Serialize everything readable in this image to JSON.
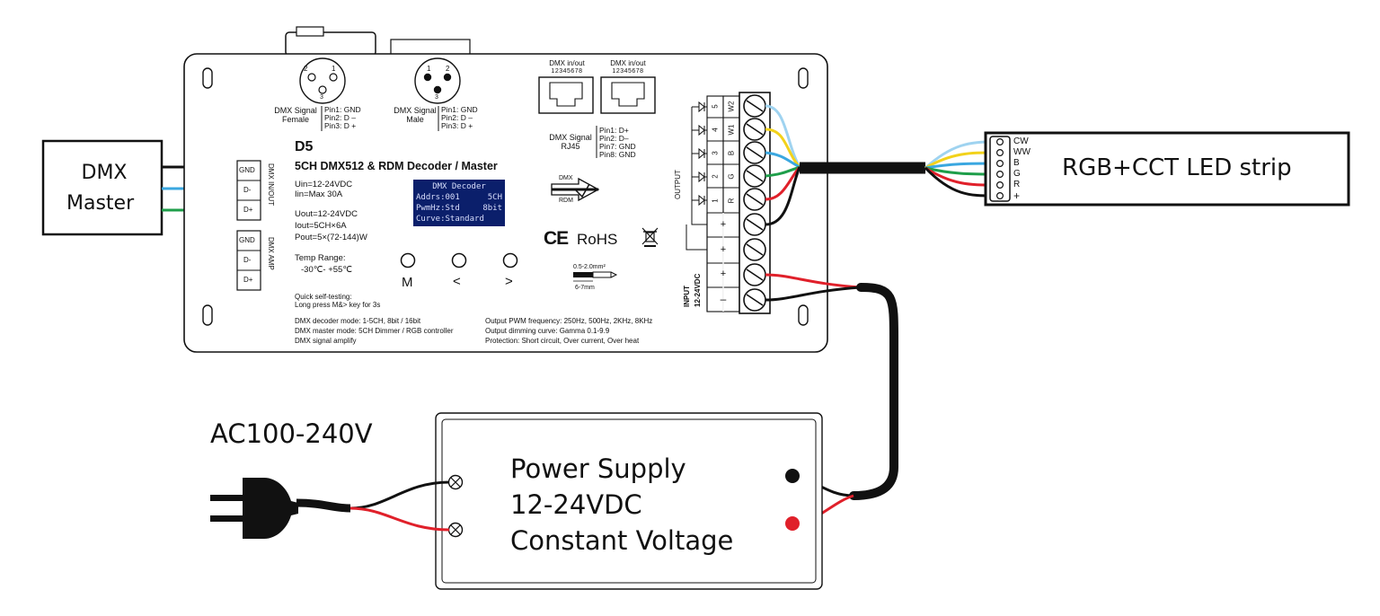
{
  "dmx_master": {
    "line1": "DMX",
    "line2": "Master"
  },
  "led_strip": {
    "label": "RGB+CCT LED strip",
    "pins": [
      "CW",
      "WW",
      "B",
      "G",
      "R",
      "+"
    ]
  },
  "ac_input": "AC100-240V",
  "power_supply": {
    "line1": "Power Supply",
    "line2": "12-24VDC",
    "line3": "Constant Voltage"
  },
  "decoder": {
    "model": "D5",
    "subtitle": "5CH DMX512 & RDM Decoder / Master",
    "specs": [
      "Uin=12-24VDC",
      "Iin=Max 30A",
      "Uout=12-24VDC",
      "Iout=5CH×6A",
      "Pout=5×(72-144)W"
    ],
    "temp_label": "Temp Range:",
    "temp_value": "-30℃- +55℃",
    "self_test_1": "Quick self-testing:",
    "self_test_2": "Long press M&> key for 3s",
    "modes": [
      "DMX decoder mode: 1-5CH, 8bit / 16bit",
      "DMX master mode: 5CH Dimmer / RGB controller",
      "DMX signal amplify"
    ],
    "output_info": [
      "Output  PWM  frequency: 250Hz, 500Hz, 2KHz, 8KHz",
      "Output dimming curve: Gamma 0.1-9.9",
      "Protection: Short circuit, Over current, Over heat"
    ],
    "xlr_female": {
      "label1": "DMX Signal",
      "label2": "Female",
      "pins": [
        "Pin1: GND",
        "Pin2: D –",
        "Pin3: D +"
      ]
    },
    "xlr_male": {
      "label1": "DMX Signal",
      "label2": "Male",
      "pins": [
        "Pin1: GND",
        "Pin2: D –",
        "Pin3: D +"
      ]
    },
    "rj45": {
      "header": "DMX in/out",
      "numbers": "12345678",
      "label1": "DMX Signal",
      "label2": "RJ45",
      "pins": [
        "Pin1: D+",
        "Pin2: D–",
        "Pin7: GND",
        "Pin8: GND"
      ]
    },
    "oled": {
      "row1": "DMX Decoder",
      "row2a": "Addrs:001",
      "row2b": "5CH",
      "row3a": "PwmHz:Std",
      "row3b": "8bit",
      "row4": "Curve:Standard"
    },
    "buttons": [
      "M",
      "<",
      ">"
    ],
    "dmx_rdm": {
      "top": "DMX",
      "bottom": "RDM"
    },
    "cert": {
      "ce": "CE",
      "rohs": "RoHS"
    },
    "wire_spec": {
      "top": "0.5-2.0mm²",
      "bottom": "6-7mm"
    },
    "left_terminals": {
      "group1_label": "DMX IN/OUT",
      "group2_label": "DMX AMP",
      "pins": [
        "GND",
        "D-",
        "D+"
      ]
    },
    "output_label": "OUTPUT",
    "output_channels": [
      {
        "num": "5",
        "name": "W2"
      },
      {
        "num": "4",
        "name": "W1"
      },
      {
        "num": "3",
        "name": "B"
      },
      {
        "num": "2",
        "name": "G"
      },
      {
        "num": "1",
        "name": "R"
      }
    ],
    "plus": "+",
    "minus": "–",
    "input_label": "INPUT",
    "input_voltage": "12-24VDC"
  },
  "colors": {
    "blue_wire": "#3aa7e0",
    "green_wire": "#1e9e4a",
    "red_wire": "#e0202a",
    "yellow_wire": "#f2d21b",
    "light_blue_wire": "#9fd3f0",
    "oled_bg": "#0b1f6b"
  }
}
